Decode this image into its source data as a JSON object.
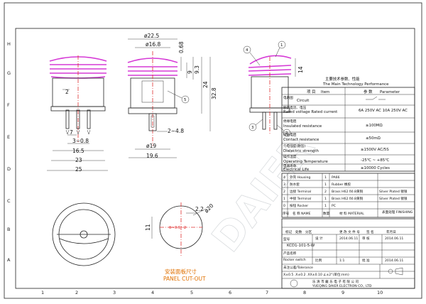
{
  "grid": {
    "cols": [
      "1",
      "2",
      "3",
      "4",
      "5",
      "6",
      "7",
      "8",
      "9",
      "10"
    ],
    "rows": [
      "H",
      "G",
      "F",
      "E",
      "D",
      "C",
      "B",
      "A"
    ]
  },
  "front_view": {
    "dims": {
      "d_outer": "ø22.5",
      "d_inner": "ø16.8",
      "d_base": "ø19",
      "w_mid": "16.5",
      "w_body": "23",
      "w_flange": "25",
      "w_flange2": "19.6",
      "w_small": "2",
      "w_pin": "7",
      "w_range": "3~0.8",
      "w_range2": "2~4.8"
    },
    "balloon": "5"
  },
  "side_view": {
    "dims": {
      "h1": "0.68",
      "h2": "9",
      "h3": "9.3",
      "h4": "24",
      "h5": "32.8"
    }
  },
  "right_view": {
    "dims": {
      "h": "14"
    },
    "balloons": [
      "4",
      "1",
      "3",
      "2"
    ]
  },
  "panel_cutout": {
    "dims": {
      "d": "ø20",
      "w": "2.2",
      "h": "11",
      "t": "δ=0.5~2"
    },
    "caption_cn": "安装面板尺寸",
    "caption_en": "PANEL CUT-OUT"
  },
  "performance": {
    "title_cn": "主要技术参数、性能",
    "title_en": "The Main Technology Performance",
    "header": {
      "item_cn": "项 目",
      "item_en": "Item",
      "param_cn": "参 数",
      "param_en": "Parameter"
    },
    "rows": [
      {
        "item_cn": "电路图",
        "item_en": "Circuit",
        "value": ""
      },
      {
        "item_cn": "额定电流、电压",
        "item_en": "Rated voltage\nRated current",
        "value": "6A 250V AC\n10A 250V AC"
      },
      {
        "item_cn": "绝缘电阻",
        "item_en": "Insulated\nresistance",
        "value": "≥100MΩ"
      },
      {
        "item_cn": "接触电阻",
        "item_en": "Contact resistance",
        "value": "≤50mΩ"
      },
      {
        "item_cn": "介电强度(耐压)",
        "item_en": "Dielectric strength",
        "value": "≥1500V AC/5S"
      },
      {
        "item_cn": "操作温度",
        "item_en": "Operating Temperature",
        "value": "-25℃ ~ +85℃"
      },
      {
        "item_cn": "电器寿命",
        "item_en": "Electrical Life",
        "value": "≥10000 Cycles"
      }
    ]
  },
  "bom": {
    "rows": [
      {
        "no": "4",
        "name": "外壳 Housing",
        "qty": "1",
        "material": "PA66",
        "finish": ""
      },
      {
        "no": "3",
        "name": "防水套",
        "qty": "1",
        "material": "Rubber 橡胶",
        "finish": ""
      },
      {
        "no": "2",
        "name": "边接 Terminal",
        "qty": "2",
        "material": "Brass H62 δ0.8黄铜",
        "finish": "Silver Plated 镀银"
      },
      {
        "no": "1",
        "name": "中接 Terminal",
        "qty": "1",
        "material": "Brass H62 δ0.8黄铜",
        "finish": "Silver Plated 镀银"
      },
      {
        "no": "0",
        "name": "按钮 Rocker",
        "qty": "1",
        "material": "PC",
        "finish": ""
      }
    ],
    "header": {
      "no": "序号",
      "name": "名 称 NAME",
      "qty": "数量",
      "material": "材 料 MATERIAL",
      "finish": "表面处理\nFINISHING"
    }
  },
  "title_block": {
    "rev_labels": [
      "标记",
      "处数",
      "分区",
      "更 改 文 件 号",
      "签 名",
      "年月日"
    ],
    "part_label": "型号",
    "part_no": "KCD1-101-5-W",
    "product_label": "产品名称",
    "product_name": "Rocker switch",
    "designer_label": "设 计",
    "checker_label": "审 核",
    "approver_label": "批 准",
    "date1": "2014.06.11",
    "date2": "2014.06.11",
    "date3": "2014.06.11",
    "scale_label": "比例",
    "scale": "1:1",
    "tolerance_label": "未注公差/Tolerance",
    "tolerance": "X±0.5 .X±0.2  .XX±0.10  ∠±2°(单位:mm)",
    "company_cn": "乐 清 市 戴 乐 电 子 有 限 公 司",
    "company_en": "YUEQING DAIER ELECTRON CO., LTD",
    "watermark": "DAIER"
  }
}
